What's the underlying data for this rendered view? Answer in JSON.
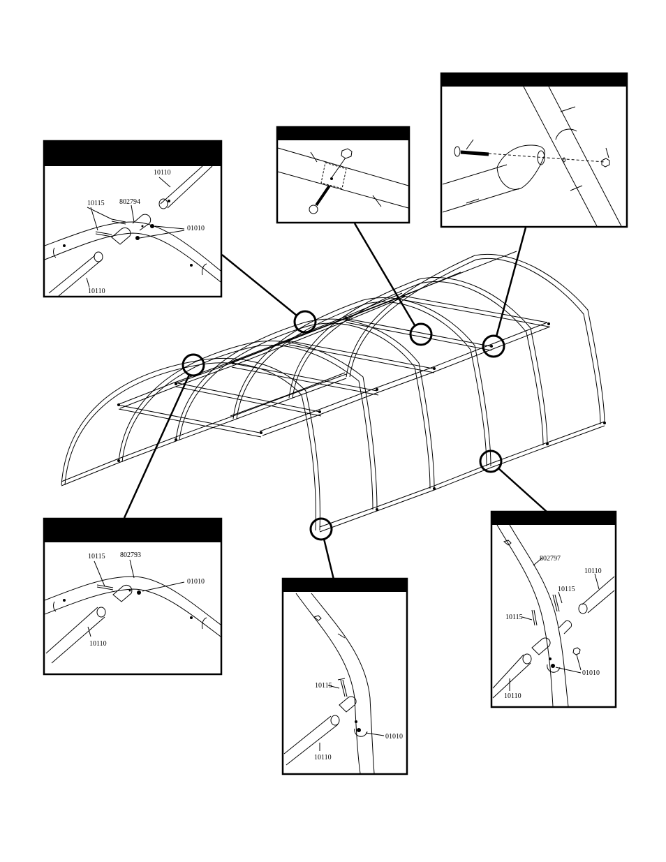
{
  "detail_1": {
    "part_a": "10110",
    "part_b": "10115",
    "part_c": "802794",
    "part_d": "01010",
    "part_e": "10110"
  },
  "detail_2": {},
  "detail_3": {},
  "detail_4": {
    "part_a": "10115",
    "part_b": "802793",
    "part_c": "01010",
    "part_d": "10110"
  },
  "detail_5": {
    "part_a": "10115",
    "part_b": "01010",
    "part_c": "10110"
  },
  "detail_6": {
    "part_a": "802797",
    "part_b": "10110",
    "part_c": "10115",
    "part_d": "10115",
    "part_e": "01010",
    "part_f": "10110"
  },
  "colors": {
    "ink": "#000000",
    "paper": "#ffffff"
  }
}
